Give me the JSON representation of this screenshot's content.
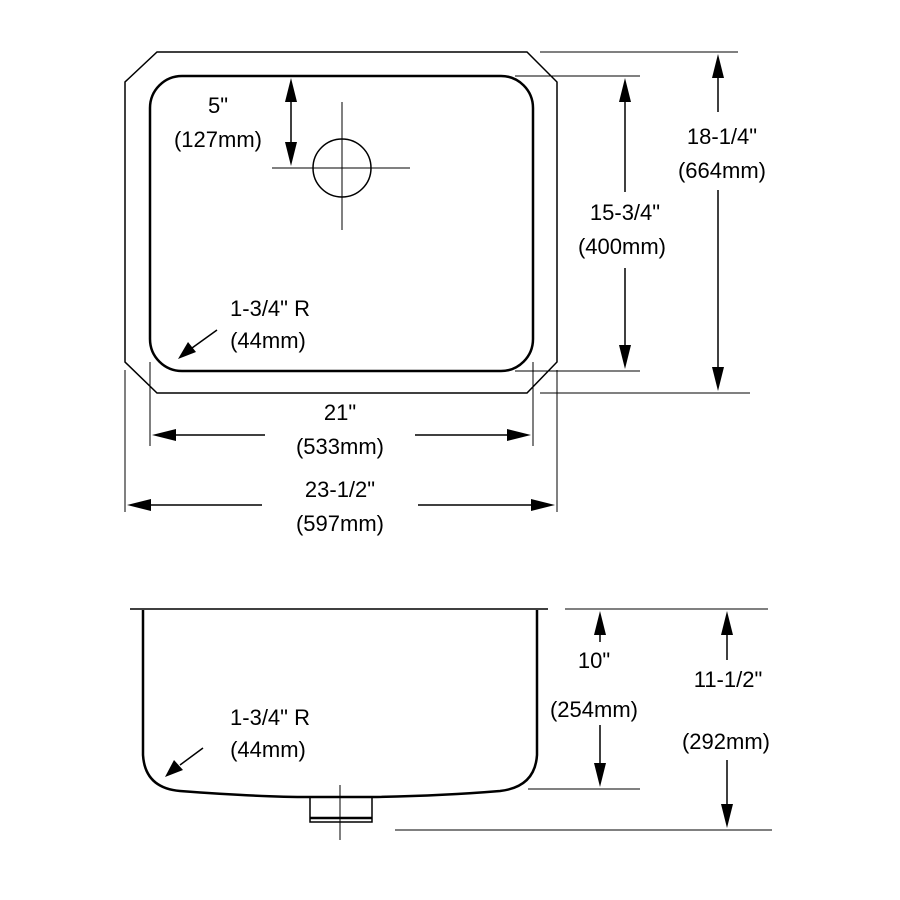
{
  "top_view": {
    "drain_offset": {
      "inch": "5\"",
      "mm": "(127mm)"
    },
    "corner_radius": {
      "inch": "1-3/4\" R",
      "mm": "(44mm)"
    },
    "bowl_width": {
      "inch": "21\"",
      "mm": "(533mm)"
    },
    "overall_width": {
      "inch": "23-1/2\"",
      "mm": "(597mm)"
    },
    "bowl_length": {
      "inch": "15-3/4\"",
      "mm": "(400mm)"
    },
    "overall_length": {
      "inch": "18-1/4\"",
      "mm": "(664mm)"
    }
  },
  "side_view": {
    "corner_radius": {
      "inch": "1-3/4\" R",
      "mm": "(44mm)"
    },
    "bowl_depth": {
      "inch": "10\"",
      "mm": "(254mm)"
    },
    "overall_depth": {
      "inch": "11-1/2\"",
      "mm": "(292mm)"
    }
  }
}
